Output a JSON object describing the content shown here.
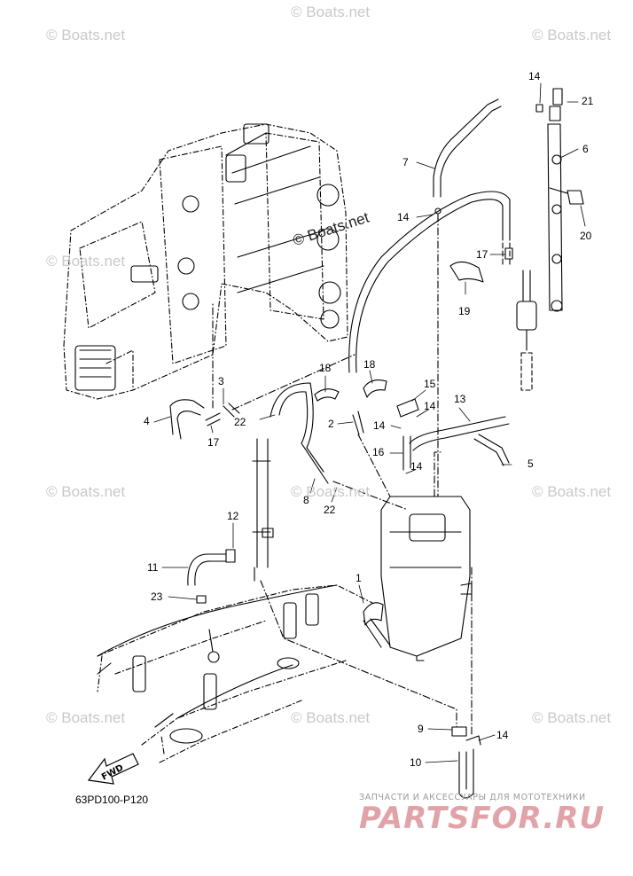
{
  "watermark": "© Boats.net",
  "center_watermark": "© Boats.net",
  "part_number": "63PD100-P120",
  "fwd_label": "FWD",
  "brand": {
    "tagline": "ЗАПЧАСТИ И АКСЕССУАРЫ ДЛЯ МОТОТЕХНИКИ",
    "logo": "PARTSFOR.RU"
  },
  "callouts": [
    "14",
    "21",
    "6",
    "7",
    "14",
    "20",
    "17",
    "19",
    "3",
    "4",
    "17",
    "18",
    "18",
    "15",
    "14",
    "13",
    "14",
    "2",
    "22",
    "16",
    "5",
    "14",
    "8",
    "22",
    "12",
    "11",
    "23",
    "1",
    "9",
    "14",
    "10"
  ],
  "colors": {
    "line": "#000000",
    "watermark": "#c9c9c9",
    "brand": "#e2a3a8"
  }
}
